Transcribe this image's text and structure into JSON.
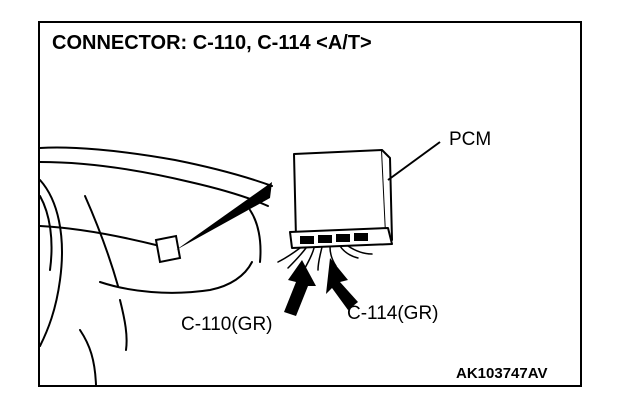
{
  "diagram": {
    "title": "CONNECTOR: C-110, C-114 <A/T>",
    "labels": {
      "pcm": "PCM",
      "connector_c110": "C-110(GR)",
      "connector_c114": "C-114(GR)"
    },
    "figure_id": "AK103747AV"
  }
}
